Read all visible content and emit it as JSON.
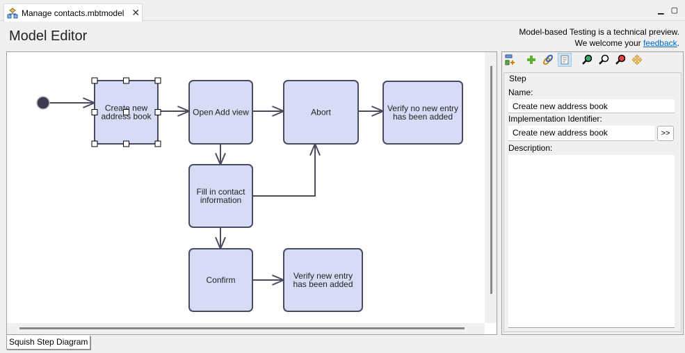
{
  "tab": {
    "title": "Manage contacts.mbtmodel",
    "icon": "model-hierarchy-icon",
    "close": "✕"
  },
  "window": {
    "minimize": "▁",
    "maximize": "▢"
  },
  "editor": {
    "title": "Model Editor",
    "notice_line1": "Model-based Testing is a technical preview.",
    "notice_line2_prefix": "We welcome your ",
    "notice_link": "feedback",
    "notice_suffix": "."
  },
  "diagram": {
    "nodes": [
      {
        "id": "create",
        "label": [
          "Create new",
          "address book"
        ],
        "selected": true
      },
      {
        "id": "open",
        "label": [
          "Open Add view"
        ]
      },
      {
        "id": "abort",
        "label": [
          "Abort"
        ]
      },
      {
        "id": "verify_no",
        "label": [
          "Verify no new entry",
          "has been added"
        ]
      },
      {
        "id": "fill",
        "label": [
          "Fill in contact",
          "information"
        ]
      },
      {
        "id": "confirm",
        "label": [
          "Confirm"
        ]
      },
      {
        "id": "verify_new",
        "label": [
          "Verify new entry",
          "has been added"
        ]
      }
    ],
    "edges": [
      [
        "start",
        "create"
      ],
      [
        "create",
        "open"
      ],
      [
        "open",
        "abort"
      ],
      [
        "abort",
        "verify_no"
      ],
      [
        "open",
        "fill"
      ],
      [
        "fill",
        "abort"
      ],
      [
        "fill",
        "confirm"
      ],
      [
        "confirm",
        "verify_new"
      ]
    ],
    "colors": {
      "node_fill": "#d6dcf5",
      "node_stroke": "#4a4a60",
      "edge": "#4a4a60"
    }
  },
  "bottom_tab": "Squish Step Diagram",
  "toolbar": [
    "add-step-icon",
    "add-icon",
    "link-icon",
    "properties-icon",
    "zoom-in-icon",
    "zoom-reset-icon",
    "zoom-out-icon",
    "fit-icon"
  ],
  "step": {
    "group_label": "Step",
    "name_label": "Name:",
    "name_value": "Create new address book",
    "impl_label": "Implementation Identifier:",
    "impl_value": "Create new address book",
    "more_button": ">>",
    "desc_label": "Description:",
    "desc_value": ""
  }
}
